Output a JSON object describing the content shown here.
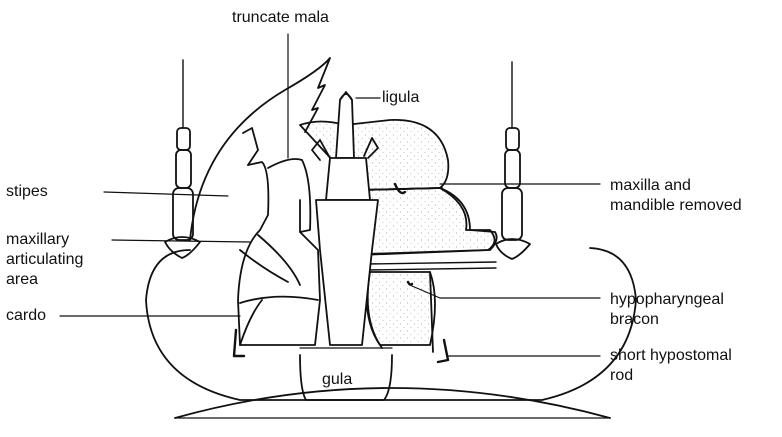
{
  "figure": {
    "labels": {
      "truncate_mala": "truncate mala",
      "ligula": "ligula",
      "stipes": "stipes",
      "maxillary_1": "maxillary",
      "maxillary_2": "articulating",
      "maxillary_3": "area",
      "cardo": "cardo",
      "maxilla_1": "maxilla and",
      "maxilla_2": "mandible removed",
      "hypo_1": "hypopharyngeal",
      "hypo_2": "bracon",
      "rod_1": "short hypostomal",
      "rod_2": "rod",
      "gula": "gula"
    },
    "colors": {
      "ink": "#111111",
      "stipple": "#bdbdbd",
      "paper": "#ffffff"
    }
  }
}
